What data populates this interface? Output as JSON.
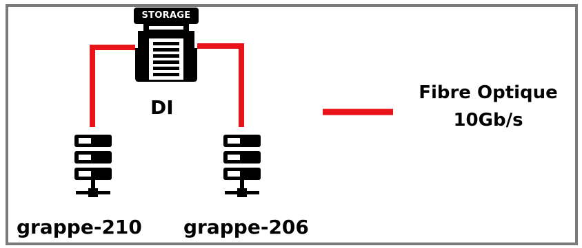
{
  "storage": {
    "badge": "STORAGE",
    "name": "DI",
    "icon": "storage-server-icon"
  },
  "nodes": [
    {
      "name": "grappe-210",
      "icon": "server-rack-icon"
    },
    {
      "name": "grappe-206",
      "icon": "server-rack-icon"
    }
  ],
  "legend": {
    "line1": "Fibre Optique",
    "line2": "10Gb/s",
    "color": "#e8141a"
  },
  "colors": {
    "link": "#e8141a",
    "frame": "#7a7a7a",
    "icon": "#000000"
  }
}
